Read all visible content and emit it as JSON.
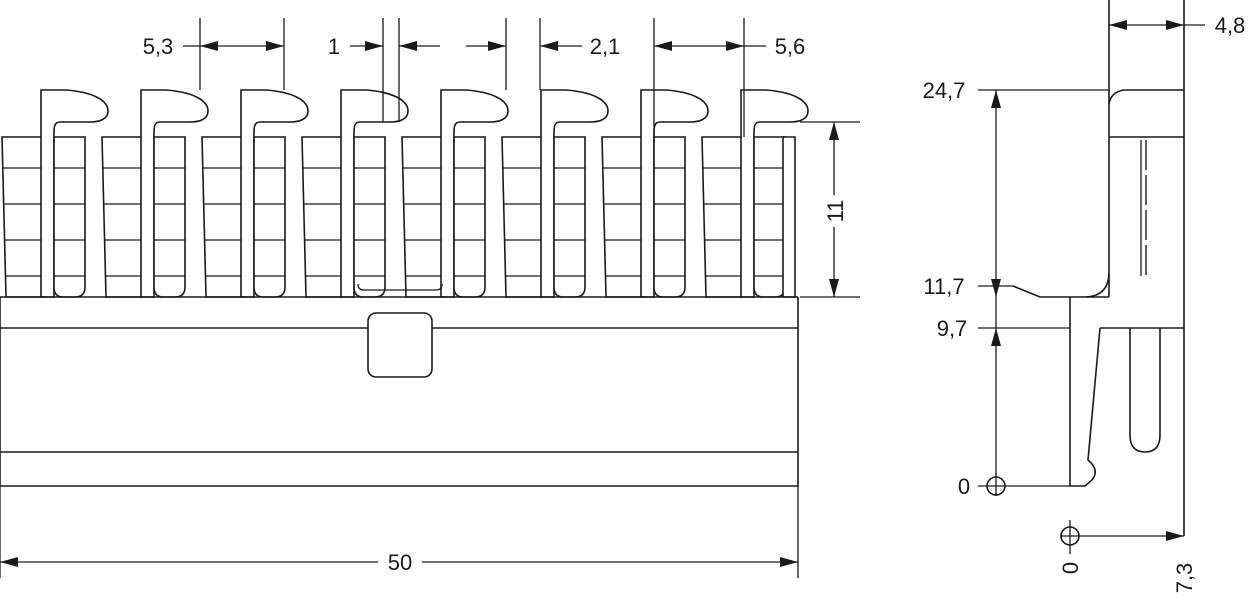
{
  "front_view": {
    "dims": {
      "pitch_left": "5,3",
      "gap": "1",
      "slot": "2,1",
      "pitch_right": "5,6",
      "height": "11",
      "width": "50"
    }
  },
  "side_view": {
    "dims": {
      "top_width": "4,8",
      "h_top": "24,7",
      "h_mid": "11,7",
      "h_low": "9,7",
      "origin_y": "0",
      "origin_x": "0",
      "depth": "7,3"
    }
  }
}
